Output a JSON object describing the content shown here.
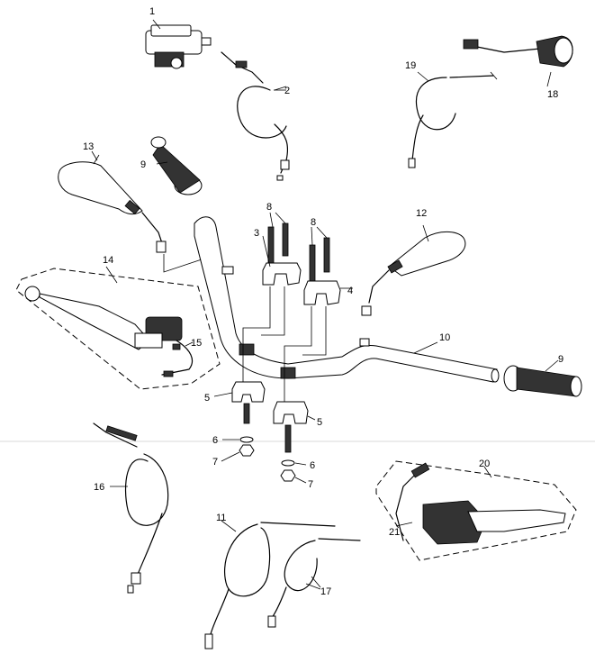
{
  "diagram": {
    "labels": {
      "l1": "1",
      "l2": "2",
      "l3": "3",
      "l4": "4",
      "l5a": "5",
      "l5b": "5",
      "l6a": "6",
      "l6b": "6",
      "l7a": "7",
      "l7b": "7",
      "l8a": "8",
      "l8b": "8",
      "l9a": "9",
      "l9b": "9",
      "l10": "10",
      "l11": "11",
      "l12": "12",
      "l13": "13",
      "l14": "14",
      "l15": "15",
      "l16": "16",
      "l17": "17",
      "l18": "18",
      "l19": "19",
      "l20": "20",
      "l21": "21"
    }
  }
}
